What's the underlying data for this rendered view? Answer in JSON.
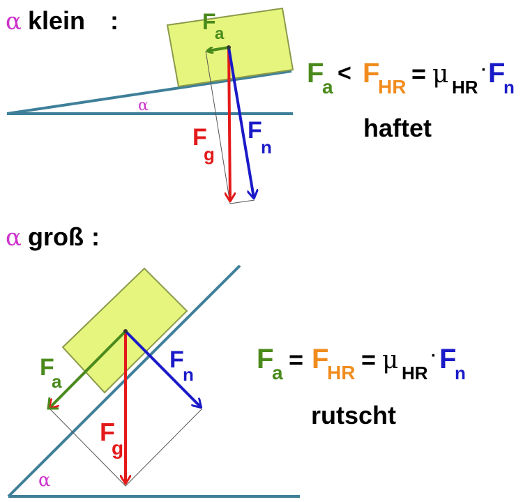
{
  "colors": {
    "alpha": "#cc33cc",
    "fa": "#4a8a1c",
    "fg": "#e41a1a",
    "fn": "#1a1ac8",
    "fhr": "#f08c1e",
    "incline": "#3f7f99",
    "block": "#e6f57d",
    "block_border": "#8a9a4a",
    "text": "#000000"
  },
  "symbols": {
    "alpha": "α",
    "F": "F",
    "a": "a",
    "g": "g",
    "n": "n",
    "HR": "HR",
    "mu": "μ",
    "dot": "·"
  },
  "top": {
    "heading": "klein",
    "colon": ":",
    "relation": "<",
    "equals": "=",
    "state": "haftet"
  },
  "bottom": {
    "heading": "groß",
    "colon": ":",
    "relation": "=",
    "equals": "=",
    "state": "rutscht"
  }
}
